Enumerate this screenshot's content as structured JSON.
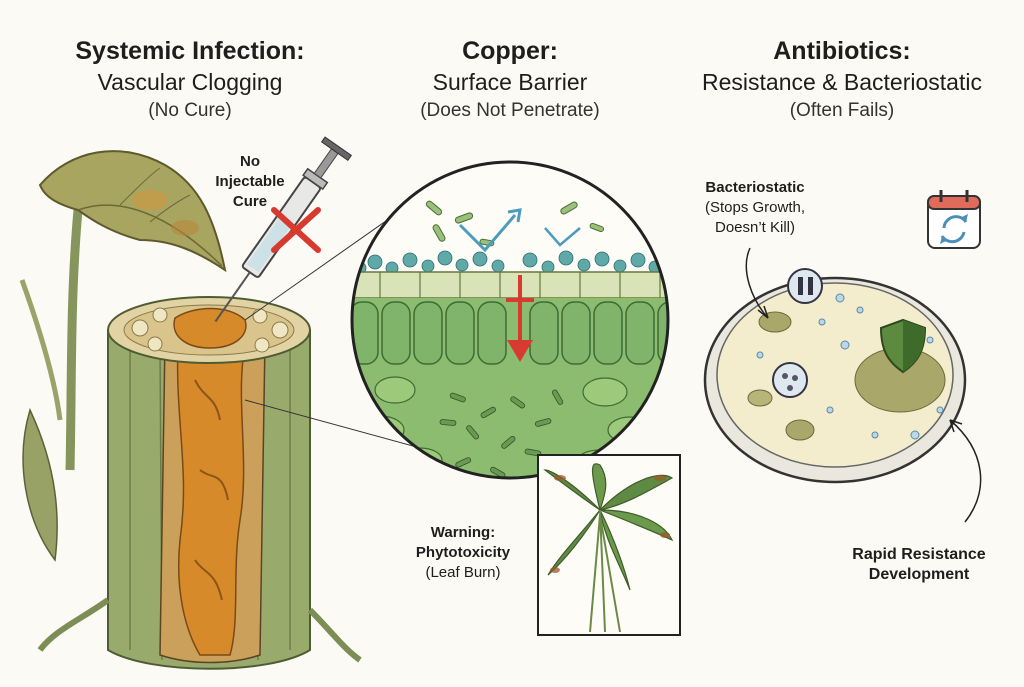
{
  "panels": {
    "left": {
      "title": "Systemic Infection:",
      "subtitle": "Vascular Clogging",
      "note": "(No Cure)",
      "callout": [
        "No",
        "Injectable",
        "Cure"
      ]
    },
    "middle": {
      "title": "Copper:",
      "subtitle": "Surface Barrier",
      "note": "(Does Not Penetrate)",
      "warning_title": [
        "Warning:",
        "Phytotoxicity"
      ],
      "warning_note": "(Leaf Burn)"
    },
    "right": {
      "title": "Antibiotics:",
      "subtitle": "Resistance & Bacteriostatic",
      "note": "(Often Fails)",
      "bacteriostatic_title": "Bacteriostatic",
      "bacteriostatic_note": [
        "(Stops Growth,",
        "Doesn’t Kill)"
      ],
      "resistance_label": [
        "Rapid Resistance",
        "Development"
      ]
    }
  },
  "icons": [
    "syringe-icon",
    "red-x-icon",
    "red-arrow-icon",
    "pause-icon",
    "shield-icon",
    "calendar-refresh-icon"
  ],
  "colors": {
    "stem_green": "#8fa36a",
    "ooze_orange": "#d68a2a",
    "cell_green": "#7fb46a",
    "copper_teal": "#5fa9a8",
    "warning_red": "#d93a30",
    "dish_cream": "#f3eccd",
    "colony_olive": "#a9a769"
  }
}
